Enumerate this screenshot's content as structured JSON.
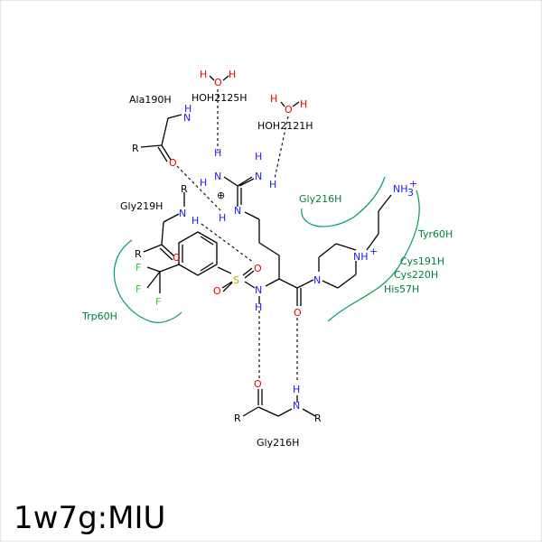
{
  "title": "1w7g:MIU",
  "labels": {
    "ala190": "Ala190H",
    "hoh2125": "HOH2125H",
    "hoh2121": "HOH2121H",
    "gly219": "Gly219H",
    "gly216_top": "Gly216H",
    "gly216_bottom": "Gly216H",
    "tyr60": "Tyr60H",
    "cys191": "Cys191H",
    "cys220": "Cys220H",
    "his57": "His57H",
    "trp60": "Trp60H"
  },
  "colors": {
    "nitrogen": "#1a1aff",
    "oxygen": "#e60000",
    "sulfur": "#c8a000",
    "fluorine": "#33cc33",
    "residue": "#008040"
  }
}
